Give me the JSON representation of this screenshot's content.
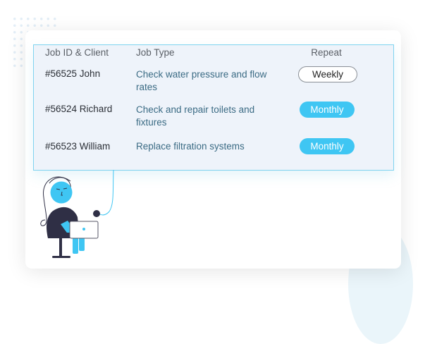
{
  "table": {
    "headers": {
      "job_id_client": "Job ID & Client",
      "job_type": "Job Type",
      "repeat": "Repeat"
    },
    "rows": [
      {
        "id_client": "#56525 John",
        "job_type": "Check water pressure and flow rates",
        "repeat": "Weekly"
      },
      {
        "id_client": "#56524 Richard",
        "job_type": "Check and repair toilets and fixtures",
        "repeat": "Monthly"
      },
      {
        "id_client": "#56523 William",
        "job_type": "Replace filtration systems",
        "repeat": "Monthly"
      }
    ]
  },
  "colors": {
    "accent": "#3fc6f3",
    "border": "#7fd3f0",
    "table_bg": "#eef3fa",
    "dark": "#2f2f45"
  }
}
